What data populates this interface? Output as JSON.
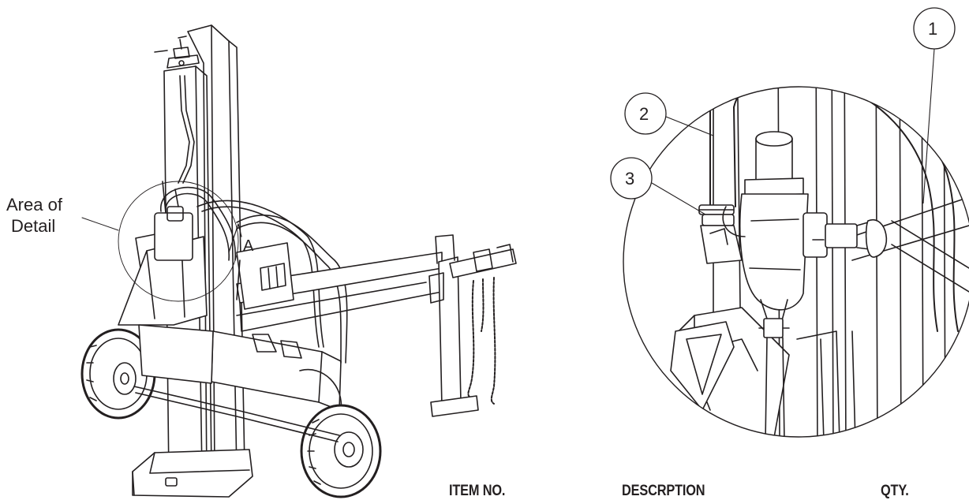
{
  "overview": {
    "area_label_line1": "Area of",
    "area_label_line2": "Detail",
    "detail_marker": "A"
  },
  "detail_view": {
    "callouts": [
      "1",
      "2",
      "3"
    ]
  },
  "parts_table": {
    "headers": [
      "ITEM NO.",
      "DESCRPTION",
      "QTY."
    ]
  }
}
